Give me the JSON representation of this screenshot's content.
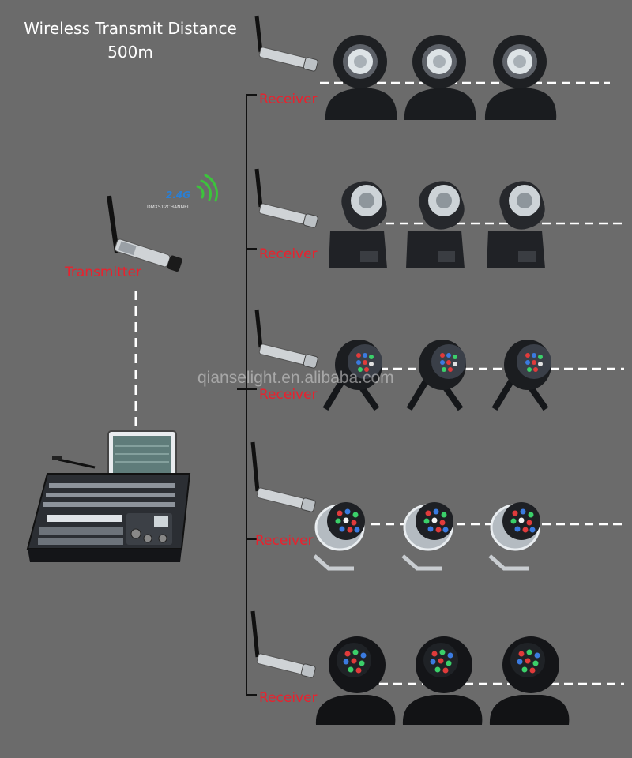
{
  "title": {
    "line1": "Wireless Transmit Distance",
    "line2": "500m"
  },
  "transmitter": {
    "label": "Transmitter"
  },
  "badge": {
    "band": "2.4G",
    "sub": "DMX512CHANNEL"
  },
  "receivers": [
    {
      "label": "Receiver",
      "fixture": "moving-head-wash"
    },
    {
      "label": "Receiver",
      "fixture": "moving-head-beam"
    },
    {
      "label": "Receiver",
      "fixture": "led-par-black"
    },
    {
      "label": "Receiver",
      "fixture": "led-par-chrome"
    },
    {
      "label": "Receiver",
      "fixture": "moving-head-rgb"
    }
  ],
  "watermark": "qianselight.en.alibaba.com",
  "colors": {
    "background": "#6b6b6b",
    "label_red": "#e8222e",
    "dashed_line": "#ffffff",
    "signal_blue": "#2a7fd4",
    "signal_green": "#3cc43c"
  }
}
